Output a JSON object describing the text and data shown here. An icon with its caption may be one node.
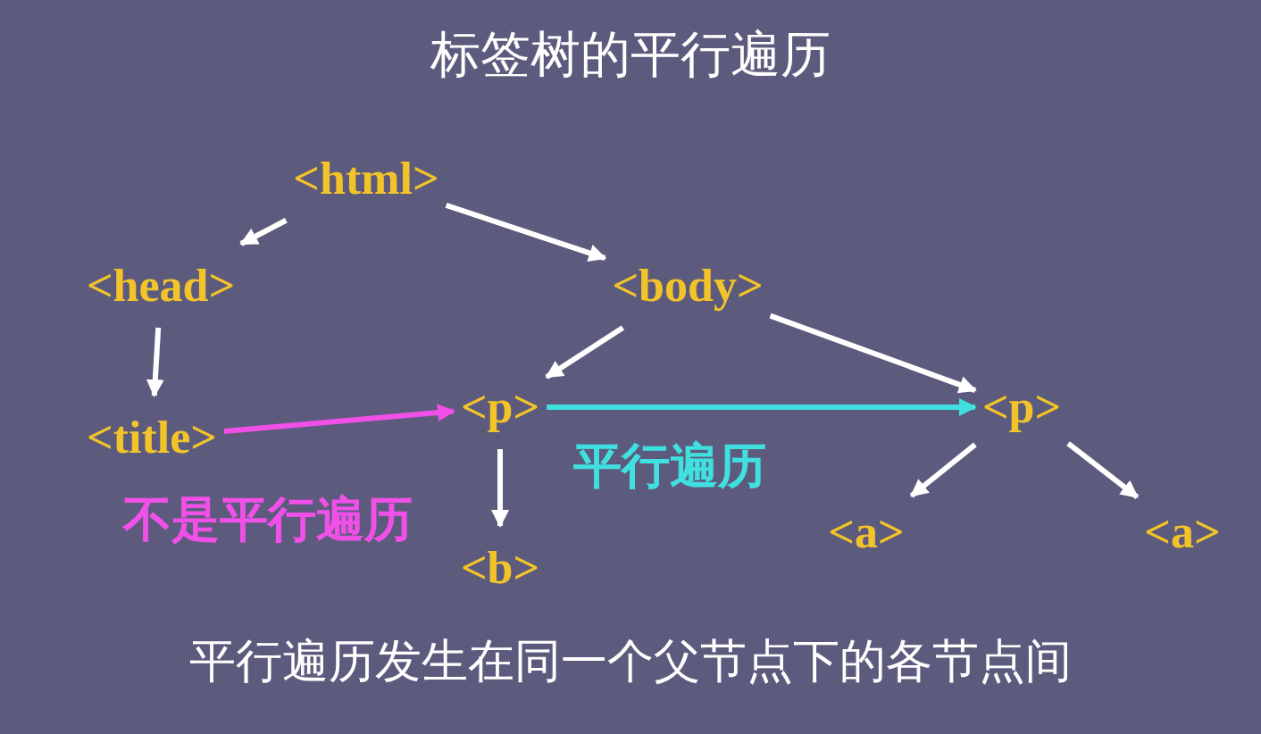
{
  "diagram": {
    "title": "标签树的平行遍历",
    "caption": "平行遍历发生在同一个父节点下的各节点间",
    "nodes": [
      {
        "text": [
          "<html>"
        ]
      },
      {
        "text": [
          "<head>"
        ]
      },
      {
        "text": [
          "<body>"
        ]
      },
      {
        "text": [
          "<title>"
        ]
      },
      {
        "text": [
          "<p>"
        ]
      },
      {
        "text": [
          "<p>"
        ]
      },
      {
        "text": [
          "<b>"
        ]
      },
      {
        "text": [
          "<a>"
        ]
      },
      {
        "text": [
          "<a>"
        ]
      }
    ],
    "edges": [
      {
        "from": 0,
        "to": 1,
        "arrow": "to"
      },
      {
        "from": 0,
        "to": 2,
        "arrow": "to"
      },
      {
        "from": 1,
        "to": 3,
        "arrow": "to"
      },
      {
        "from": 2,
        "to": 4,
        "arrow": "to"
      },
      {
        "from": 2,
        "to": 5,
        "arrow": "to"
      },
      {
        "from": 3,
        "to": 4,
        "arrow": "to",
        "label": "不是平行遍历",
        "color": "#f050e8"
      },
      {
        "from": 4,
        "to": 5,
        "arrow": "to",
        "label": "平行遍历",
        "color": "#40e0e0"
      },
      {
        "from": 4,
        "to": 6,
        "arrow": "to"
      },
      {
        "from": 5,
        "to": 7,
        "arrow": "to"
      },
      {
        "from": 5,
        "to": 8,
        "arrow": "to"
      }
    ]
  }
}
